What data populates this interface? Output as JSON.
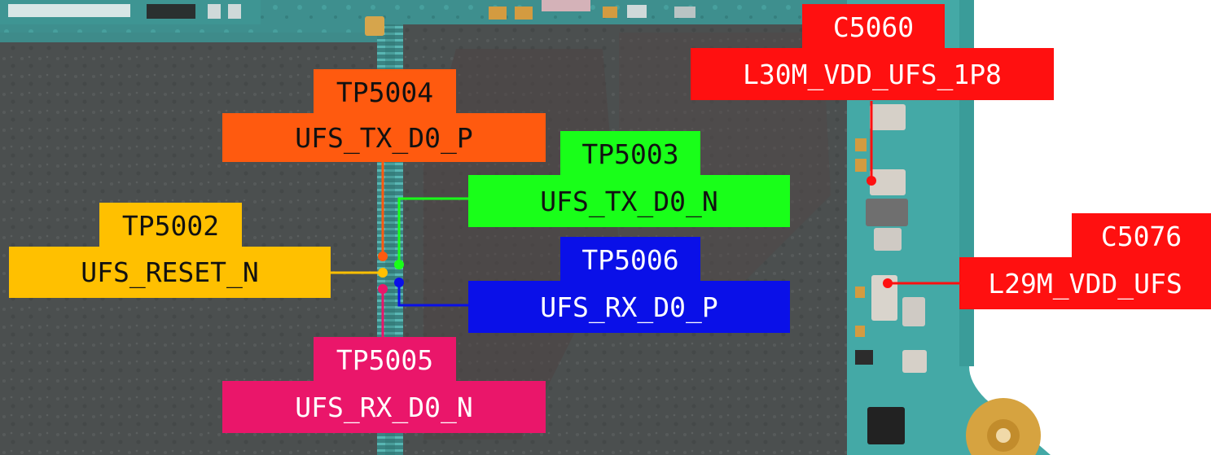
{
  "colors": {
    "board_teal": "#3fa6a4",
    "chip_dark": "#4a4e4e",
    "orange": "#ff5a0f",
    "green": "#19ff19",
    "yellow": "#ffc000",
    "blue": "#0a10e8",
    "pink": "#ea166a",
    "red": "#ff1010"
  },
  "labels": {
    "tp5004": {
      "id": "TP5004",
      "signal": "UFS_TX_D0_P"
    },
    "tp5003": {
      "id": "TP5003",
      "signal": "UFS_TX_D0_N"
    },
    "tp5002": {
      "id": "TP5002",
      "signal": "UFS_RESET_N"
    },
    "tp5006": {
      "id": "TP5006",
      "signal": "UFS_RX_D0_P"
    },
    "tp5005": {
      "id": "TP5005",
      "signal": "UFS_RX_D0_N"
    },
    "c5060": {
      "id": "C5060",
      "signal": "L30M_VDD_UFS_1P8"
    },
    "c5076": {
      "id": "C5076",
      "signal": "L29M_VDD_UFS"
    }
  }
}
